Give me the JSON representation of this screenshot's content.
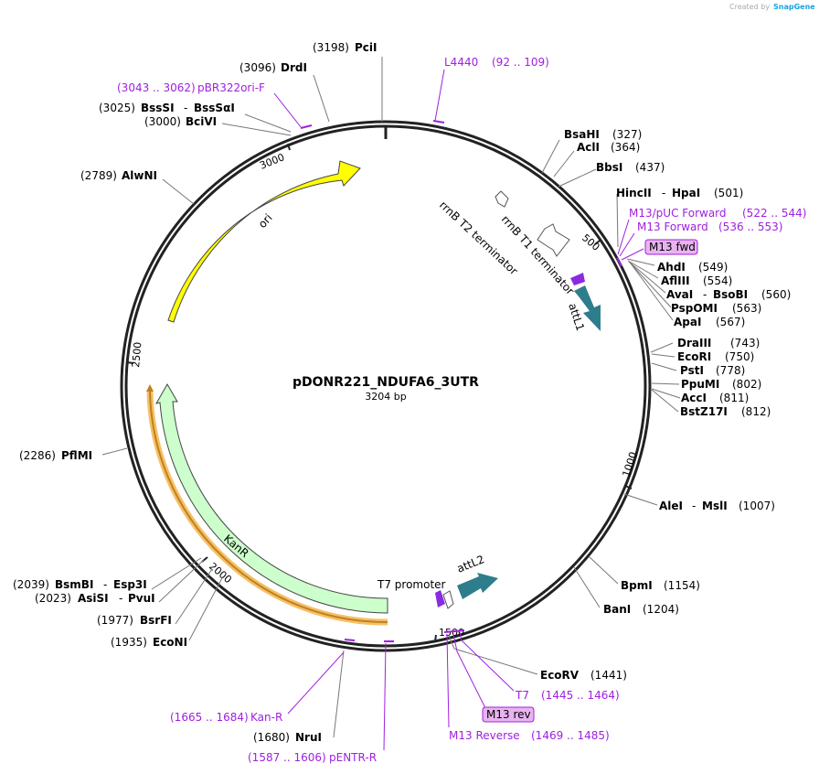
{
  "title": "pDONR221_NDUFA6_3UTR",
  "length_label": "3204 bp",
  "total_bp": 3204,
  "credit": {
    "created_by": "Created by",
    "brand": "SnapGene"
  },
  "colors": {
    "primer": "#a020e0",
    "backbone": "#222222",
    "ori": "#ffff00",
    "kanr": "#ccffcc",
    "att": "#2e7d8c",
    "kan_primer_highlight": "#f5c066"
  },
  "ticks": [
    "3000",
    "2500",
    "2000",
    "1500",
    "1000",
    "500"
  ],
  "features": [
    {
      "name": "ori",
      "start": 2490,
      "end": 3080,
      "color": "#ffff00"
    },
    {
      "name": "KanR",
      "start": 1735,
      "end": 2545,
      "color": "#ccffcc"
    },
    {
      "name": "attL1",
      "start": 640,
      "end": 740,
      "color": "#2e7d8c"
    },
    {
      "name": "attL2",
      "start": 1390,
      "end": 1460,
      "color": "#2e7d8c"
    },
    {
      "name": "rrnB T1 terminator",
      "start": 430,
      "end": 485,
      "color": "#ffffff"
    },
    {
      "name": "rrnB T2 terminator",
      "start": 372,
      "end": 396,
      "color": "#ffffff"
    },
    {
      "name": "T7 promoter",
      "start": 1464,
      "end": 1483,
      "color": "#ffffff"
    }
  ],
  "enzymes_top": [
    {
      "name": "PciI",
      "pos": "(3198)"
    },
    {
      "name": "DrdI",
      "pos": "(3096)"
    },
    {
      "name": "BssSI",
      "name2": "BssSαI",
      "pos": "(3025)"
    },
    {
      "name": "BciVI",
      "pos": "(3000)"
    },
    {
      "name": "AlwNI",
      "pos": "(2789)"
    },
    {
      "name": "PflMI",
      "pos": "(2286)"
    },
    {
      "name": "BsmBI",
      "name2": "Esp3I",
      "pos": "(2039)"
    },
    {
      "name": "AsiSI",
      "name2": "PvuI",
      "pos": "(2023)"
    },
    {
      "name": "BsrFI",
      "pos": "(1977)"
    },
    {
      "name": "EcoNI",
      "pos": "(1935)"
    },
    {
      "name": "NruI",
      "pos": "(1680)"
    }
  ],
  "enzymes_right": [
    {
      "name": "BsaHI",
      "pos": "(327)"
    },
    {
      "name": "AclI",
      "pos": "(364)"
    },
    {
      "name": "BbsI",
      "pos": "(437)"
    },
    {
      "name": "HincII",
      "name2": "HpaI",
      "pos": "(501)"
    },
    {
      "name": "AhdI",
      "pos": "(549)"
    },
    {
      "name": "AflIII",
      "pos": "(554)"
    },
    {
      "name": "AvaI",
      "name2": "BsoBI",
      "pos": "(560)"
    },
    {
      "name": "PspOMI",
      "pos": "(563)"
    },
    {
      "name": "ApaI",
      "pos": "(567)"
    },
    {
      "name": "DraIII",
      "pos": "(743)"
    },
    {
      "name": "EcoRI",
      "pos": "(750)"
    },
    {
      "name": "PstI",
      "pos": "(778)"
    },
    {
      "name": "PpuMI",
      "pos": "(802)"
    },
    {
      "name": "AccI",
      "pos": "(811)"
    },
    {
      "name": "BstZ17I",
      "pos": "(812)"
    },
    {
      "name": "AleI",
      "name2": "MslI",
      "pos": "(1007)"
    },
    {
      "name": "BpmI",
      "pos": "(1154)"
    },
    {
      "name": "BanI",
      "pos": "(1204)"
    },
    {
      "name": "EcoRV",
      "pos": "(1441)"
    }
  ],
  "primers": [
    {
      "name": "L4440",
      "range": "(92 .. 109)"
    },
    {
      "name": "pBR322ori-F",
      "range": "(3043 .. 3062)"
    },
    {
      "name": "M13/pUC Forward",
      "range": "(522 .. 544)"
    },
    {
      "name": "M13 Forward",
      "range": "(536 .. 553)"
    },
    {
      "name": "M13 fwd",
      "range": ""
    },
    {
      "name": "T7",
      "range": "(1445 .. 1464)"
    },
    {
      "name": "M13 rev",
      "range": ""
    },
    {
      "name": "M13 Reverse",
      "range": "(1469 .. 1485)"
    },
    {
      "name": "Kan-R",
      "range": "(1665 .. 1684)"
    },
    {
      "name": "pENTR-R",
      "range": "(1587 .. 1606)"
    }
  ]
}
